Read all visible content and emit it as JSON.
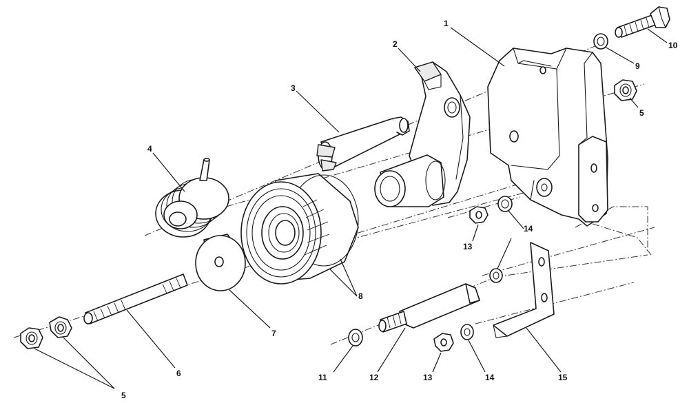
{
  "callouts": [
    {
      "id": "1",
      "text": "1"
    },
    {
      "id": "2",
      "text": "2"
    },
    {
      "id": "3",
      "text": "3"
    },
    {
      "id": "4",
      "text": "4"
    },
    {
      "id": "5a",
      "text": "5"
    },
    {
      "id": "5b",
      "text": "5"
    },
    {
      "id": "6",
      "text": "6"
    },
    {
      "id": "7",
      "text": "7"
    },
    {
      "id": "8",
      "text": "8"
    },
    {
      "id": "9",
      "text": "9"
    },
    {
      "id": "10",
      "text": "10"
    },
    {
      "id": "11",
      "text": "11"
    },
    {
      "id": "12",
      "text": "12"
    },
    {
      "id": "13a",
      "text": "13"
    },
    {
      "id": "13b",
      "text": "13"
    },
    {
      "id": "14a",
      "text": "14"
    },
    {
      "id": "14b",
      "text": "14"
    },
    {
      "id": "15",
      "text": "15"
    }
  ]
}
